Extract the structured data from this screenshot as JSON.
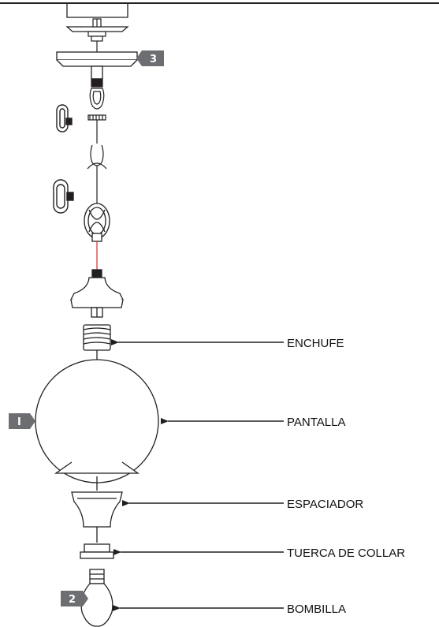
{
  "labels": {
    "enchufe": "ENCHUFE",
    "pantalla": "PANTALLA",
    "espaciador": "ESPACIADOR",
    "tuerca": "TUERCA DE COLLAR",
    "bombilla": "BOMBILLA"
  },
  "badges": {
    "one": "I",
    "two": "2",
    "three": "3"
  },
  "colors": {
    "badge": "#6d6e71",
    "line": "#231f20",
    "wire_accent": "#e03a3a"
  }
}
